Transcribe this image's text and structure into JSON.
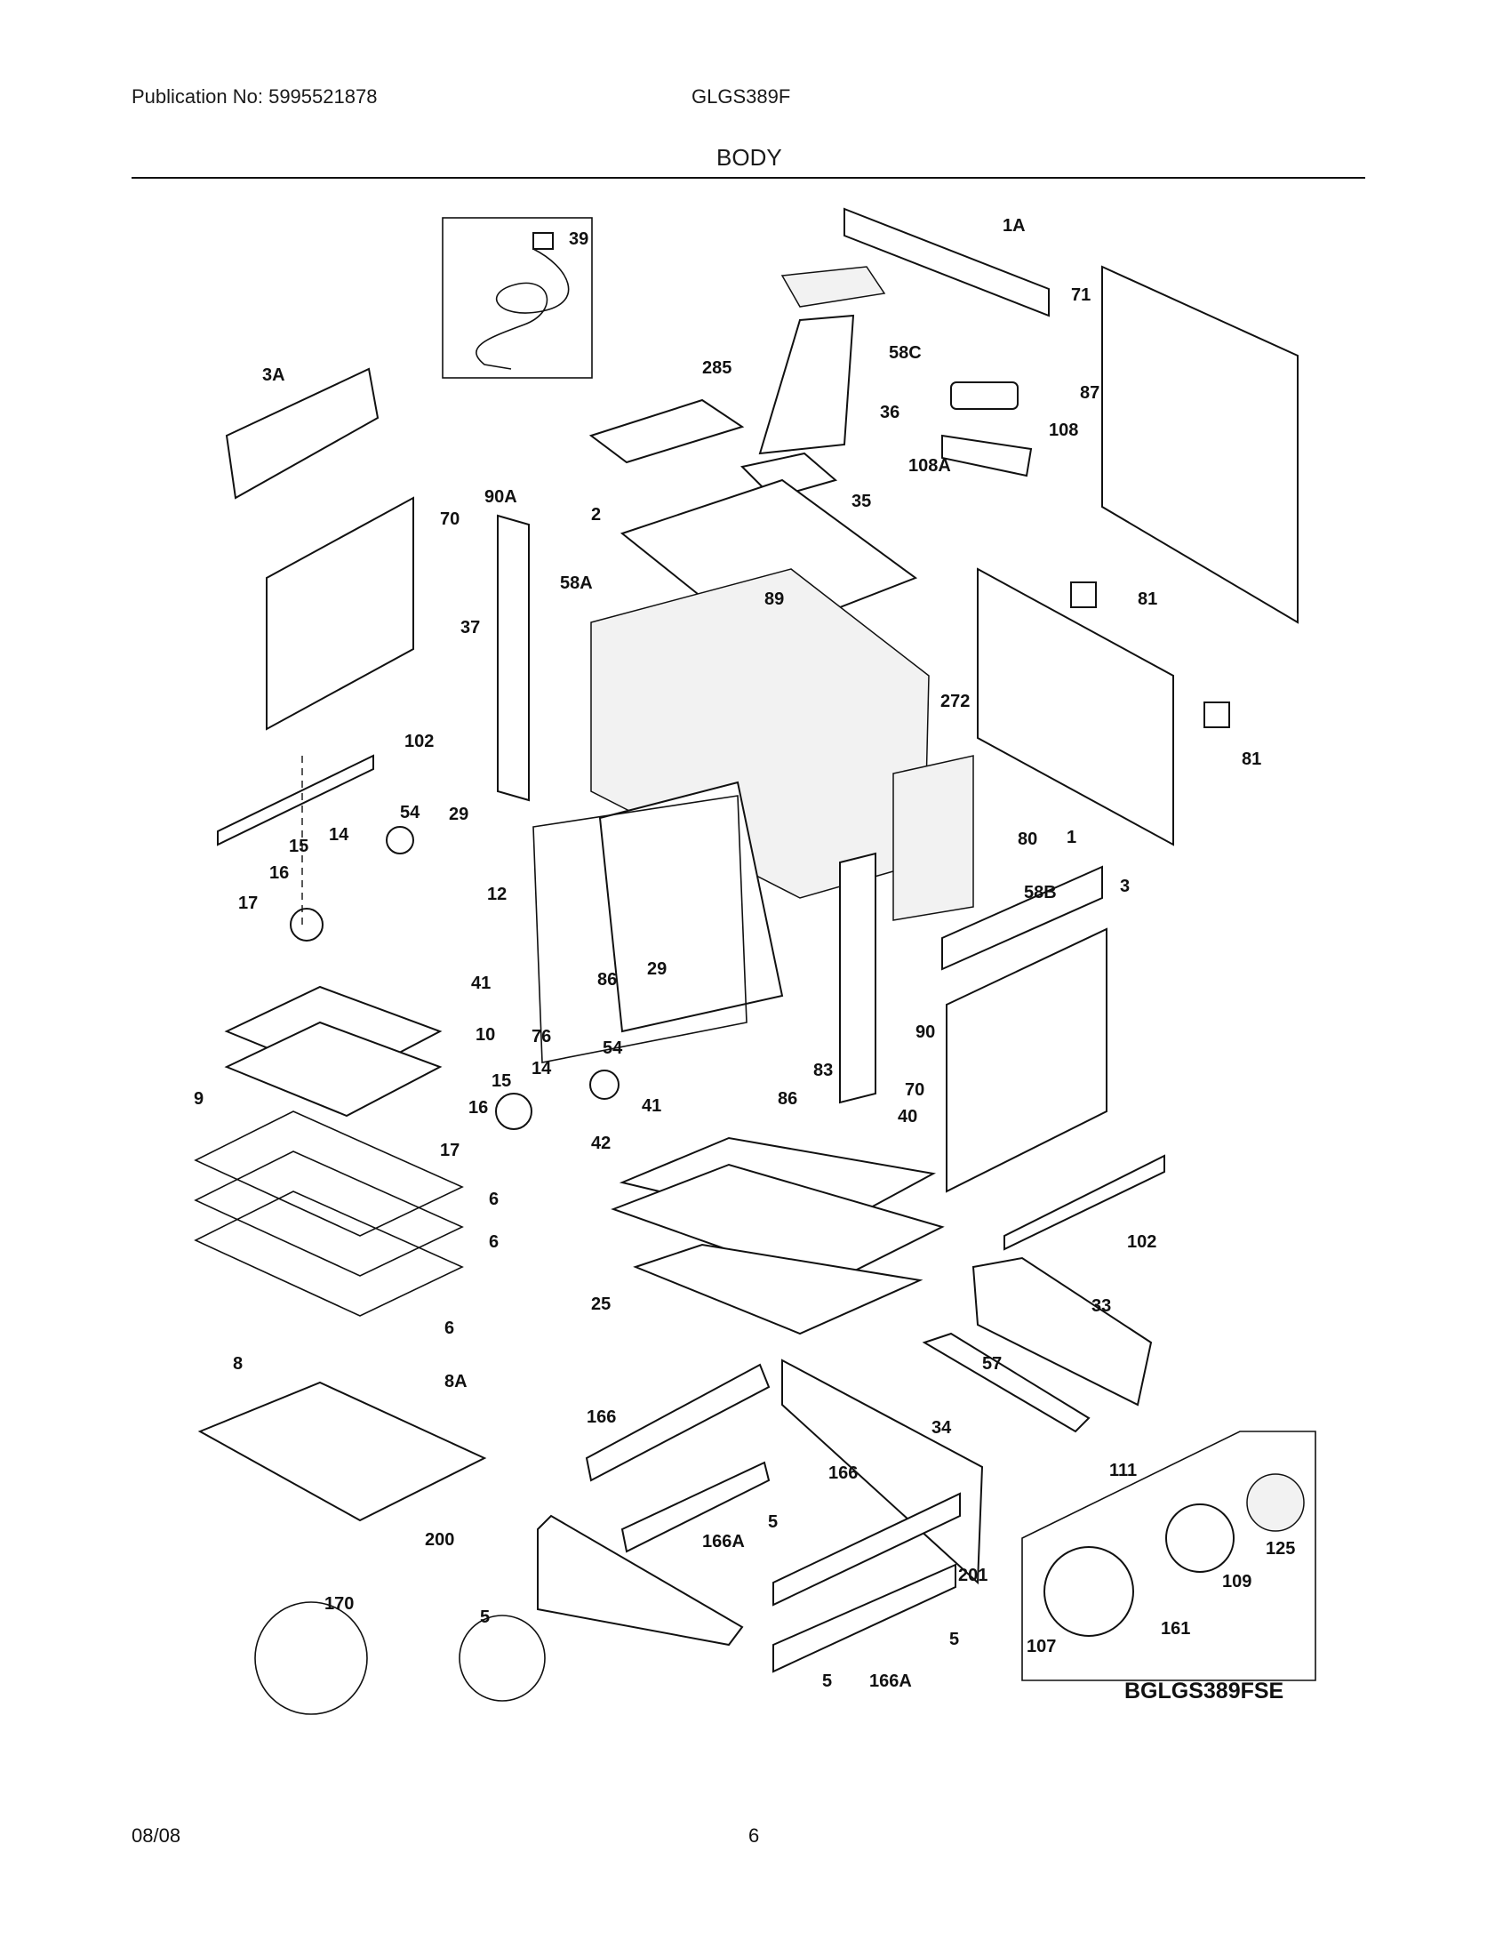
{
  "header": {
    "publication": "Publication No: 5995521878",
    "model": "GLGS389F",
    "section": "BODY"
  },
  "footer": {
    "date": "08/08",
    "page": "6"
  },
  "diagram": {
    "code": "BGLGS389FSE",
    "labels": {
      "l1A": "1A",
      "l39": "39",
      "l71": "71",
      "l58C": "58C",
      "l3A": "3A",
      "l285": "285",
      "l36": "36",
      "l108": "108",
      "l87": "87",
      "l108A": "108A",
      "l35": "35",
      "l70a": "70",
      "l90A": "90A",
      "l2": "2",
      "l58A": "58A",
      "l89": "89",
      "l81a": "81",
      "l37": "37",
      "l272": "272",
      "l81b": "81",
      "l102a": "102",
      "l54a": "54",
      "l29a": "29",
      "l15a": "15",
      "l14a": "14",
      "l16a": "16",
      "l17a": "17",
      "l12": "12",
      "l80": "80",
      "l1": "1",
      "l3": "3",
      "l58B": "58B",
      "l29b": "29",
      "l41a": "41",
      "l86a": "86",
      "l10": "10",
      "l76": "76",
      "l90": "90",
      "l9": "9",
      "l83": "83",
      "l54b": "54",
      "l14b": "14",
      "l15b": "15",
      "l86b": "86",
      "l16b": "16",
      "l41b": "41",
      "l70b": "70",
      "l40": "40",
      "l17b": "17",
      "l42": "42",
      "l6a": "6",
      "l6b": "6",
      "l102b": "102",
      "l25": "25",
      "l6c": "6",
      "l33": "33",
      "l8": "8",
      "l8A": "8A",
      "l57": "57",
      "l166a": "166",
      "l34": "34",
      "l111": "111",
      "l166b": "166",
      "l5a": "5",
      "l200": "200",
      "l166Aa": "166A",
      "l125": "125",
      "l201": "201",
      "l109": "109",
      "l170": "170",
      "l5b": "5",
      "l5c": "5",
      "l161": "161",
      "l107": "107",
      "l5d": "5",
      "l166Ab": "166A"
    }
  }
}
